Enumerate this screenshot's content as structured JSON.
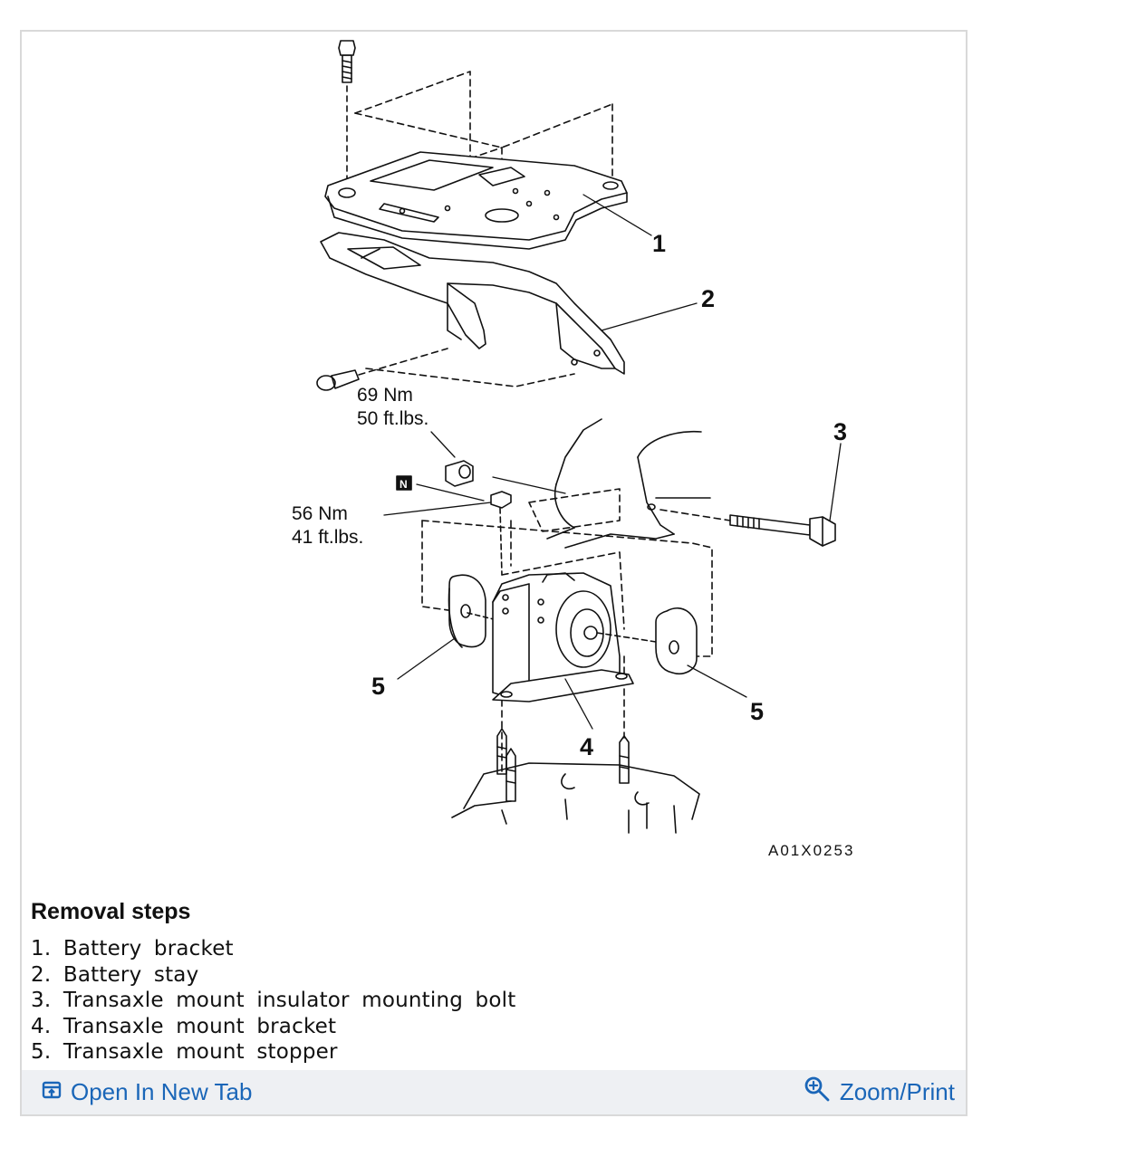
{
  "figure": {
    "callouts": [
      "1",
      "2",
      "3",
      "4",
      "5",
      "5"
    ],
    "torque_1": {
      "nm": "69 Nm",
      "ftlbs": "50 ft.lbs."
    },
    "torque_2": {
      "nm": "56 Nm",
      "ftlbs": "41 ft.lbs."
    },
    "nut_marker": "N",
    "figure_code": "A01X0253"
  },
  "legend": {
    "title": "Removal steps",
    "items": [
      "1. Battery bracket",
      "2. Battery stay",
      "3. Transaxle mount insulator mounting bolt",
      "4. Transaxle mount bracket",
      "5. Transaxle mount stopper"
    ]
  },
  "footer": {
    "open_label": "Open In New Tab",
    "zoom_label": "Zoom/Print",
    "open_icon": "open-in-new-tab-icon",
    "zoom_icon": "zoom-in-icon",
    "link_color": "#1a66b8"
  }
}
